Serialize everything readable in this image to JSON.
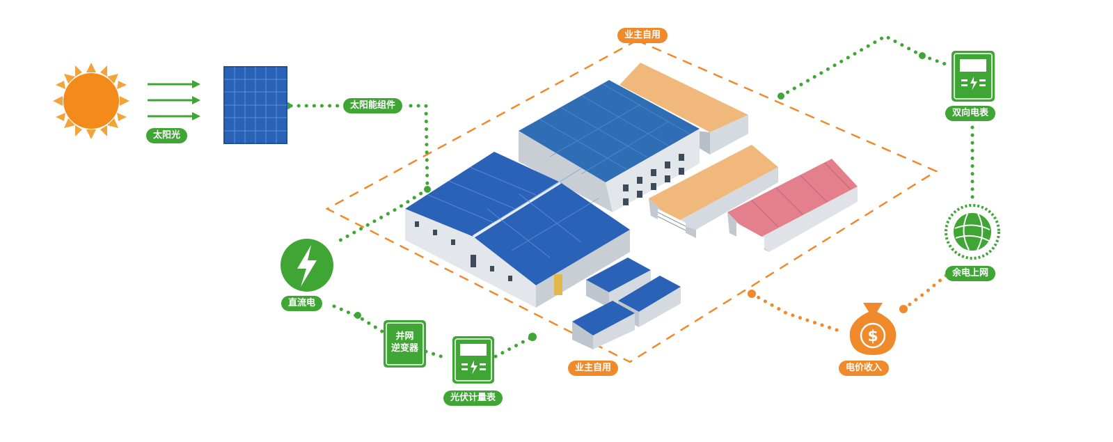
{
  "labels": {
    "sunlight": "太阳光",
    "solar_module": "太阳能组件",
    "dc_power": "直流电",
    "inverter_line1": "并网",
    "inverter_line2": "逆变器",
    "pv_meter": "光伏计量表",
    "self_use_top": "业主自用",
    "self_use_bottom": "业主自用",
    "bidirectional_meter": "双向电表",
    "grid_feed": "余电上网",
    "electricity_income": "电价收入"
  },
  "colors": {
    "green": "#3fa535",
    "orange": "#f0892a",
    "roof_blue": "#2f6db5",
    "panel_blue": "#2a62b8",
    "roof_tan": "#f0b87a",
    "roof_pink": "#e3808c",
    "wall_grey": "#dfe3e8"
  },
  "icons": [
    "sun-icon",
    "arrow-right-icon",
    "solar-panel-icon",
    "lightning-icon",
    "meter-icon",
    "globe-icon",
    "money-bag-icon"
  ]
}
